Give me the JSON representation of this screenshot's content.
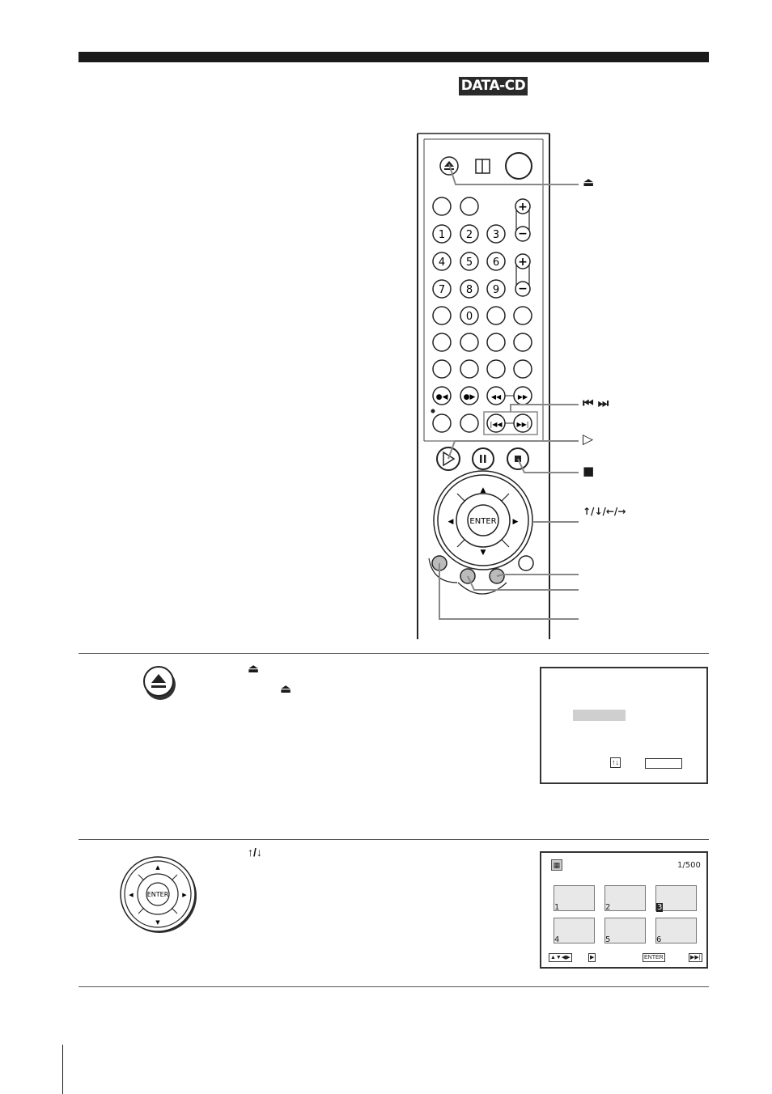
{
  "header": {
    "badge": "DATA-CD"
  },
  "remote": {
    "number_keys": [
      "1",
      "2",
      "3",
      "4",
      "5",
      "6",
      "7",
      "8",
      "9",
      "0"
    ],
    "enter_label": "ENTER"
  },
  "callouts": {
    "eject": "⏏",
    "skip": "⏮  ⏭",
    "play": "▷",
    "stop": "■",
    "arrows": "↑/↓/←/→"
  },
  "step1": {
    "eject_symbol_a": "⏏",
    "eject_symbol_b": "⏏",
    "screen": {
      "nav_arrows": "↑↓"
    }
  },
  "step2": {
    "arrows_text": "↑/↓",
    "enter_label": "ENTER",
    "screen": {
      "page_counter": "1/500",
      "thumbnails": [
        "1",
        "2",
        "3",
        "4",
        "5",
        "6"
      ],
      "footer_enter": "ENTER"
    }
  }
}
